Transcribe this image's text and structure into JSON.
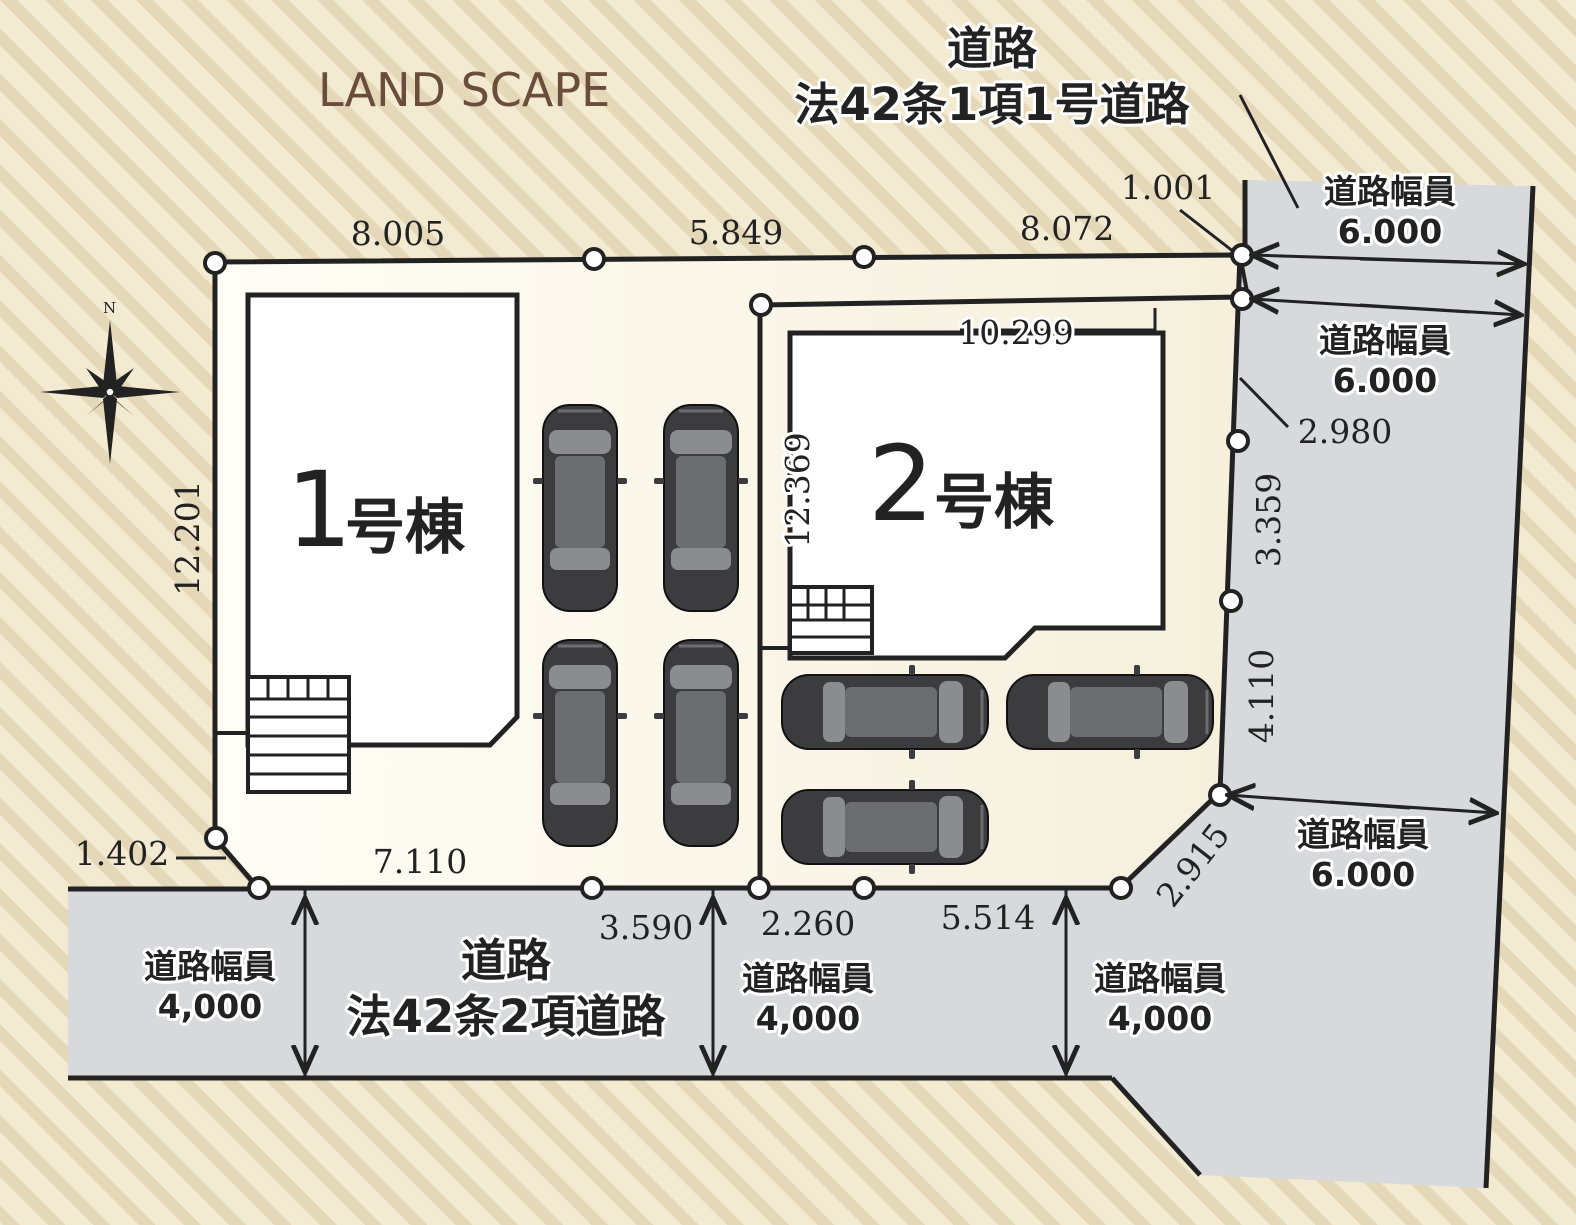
{
  "title": "LAND SCAPE",
  "north_label": "N",
  "road_main": {
    "line1": "道路",
    "line2": "法42条1項1号道路"
  },
  "road_south": {
    "line1": "道路",
    "line2": "法42条2項道路"
  },
  "road_widths": [
    {
      "label": "道路幅員",
      "value": "6.000"
    },
    {
      "label": "道路幅員",
      "value": "6.000"
    },
    {
      "label": "道路幅員",
      "value": "6.000"
    },
    {
      "label": "道路幅員",
      "value": "4,000"
    },
    {
      "label": "道路幅員",
      "value": "4,000"
    },
    {
      "label": "道路幅員",
      "value": "4,000"
    }
  ],
  "buildings": [
    {
      "number": "1",
      "suffix": "号棟"
    },
    {
      "number": "2",
      "suffix": "号棟"
    }
  ],
  "dimensions": {
    "north_1": "8.005",
    "north_2": "5.849",
    "north_3": "8.072",
    "corner_ne": "1.001",
    "west": "12.201",
    "sw_corner": "1.402",
    "south_1": "7.110",
    "south_2": "3.590",
    "south_3": "2.260",
    "south_4": "5.514",
    "se_diag": "2.915",
    "east_1": "2.980",
    "east_2": "3.359",
    "east_3": "4.110",
    "lot2_width": "10.299",
    "lot2_depth": "12.369"
  },
  "colors": {
    "background": "#f3ead2",
    "stripe": "#e4d8b8",
    "road": "#d8d9dc",
    "lot": "#fbf8ee",
    "outline": "#222222",
    "car_body": "#3c3c3f",
    "car_glass": "#8a8c90",
    "title": "#6a4d3b"
  }
}
